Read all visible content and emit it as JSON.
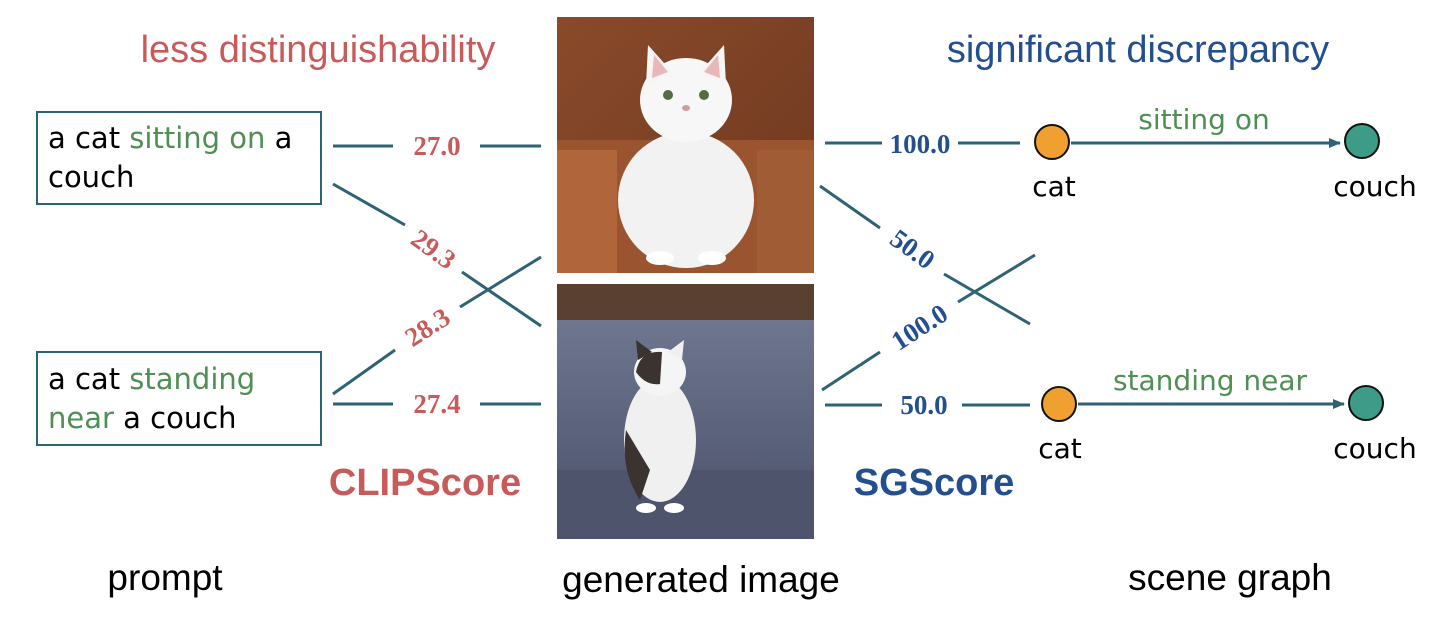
{
  "headers": {
    "left": "less distinguishability",
    "right": "significant discrepancy"
  },
  "prompts": [
    {
      "lines": [
        [
          "a cat ",
          "sitting on",
          " a"
        ],
        [
          "couch",
          "",
          ""
        ]
      ]
    },
    {
      "lines": [
        [
          "a cat ",
          "standing",
          ""
        ],
        [
          "",
          "near",
          " a couch"
        ]
      ]
    }
  ],
  "metrics": {
    "clip_label": "CLIPScore",
    "sg_label": "SGScore"
  },
  "clip_scores": {
    "p1_img1": "27.0",
    "p1_img2": "29.3",
    "p2_img1": "28.3",
    "p2_img2": "27.4"
  },
  "sg_scores": {
    "img1_g1": "100.0",
    "img1_g2": "50.0",
    "img2_g1": "100.0",
    "img2_g2": "50.0"
  },
  "scene_graphs": [
    {
      "subject": "cat",
      "relation": "sitting on",
      "object": "couch"
    },
    {
      "subject": "cat",
      "relation": "standing near",
      "object": "couch"
    }
  ],
  "captions": {
    "prompt": "prompt",
    "image": "generated image",
    "graph": "scene graph"
  },
  "colors": {
    "clip": "#c85a5a",
    "sg": "#234f8f",
    "line": "#2e6275",
    "relation": "#4f8f55",
    "subject_node": "#f0a030",
    "object_node": "#3d9c87"
  }
}
